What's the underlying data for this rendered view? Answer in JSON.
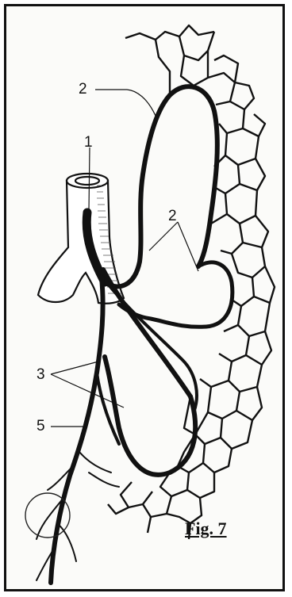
{
  "figure": {
    "caption": "Fig. 7",
    "labels": {
      "l1": "1",
      "l2_top": "2",
      "l2_mid": "2",
      "l3": "3",
      "l5": "5"
    }
  }
}
